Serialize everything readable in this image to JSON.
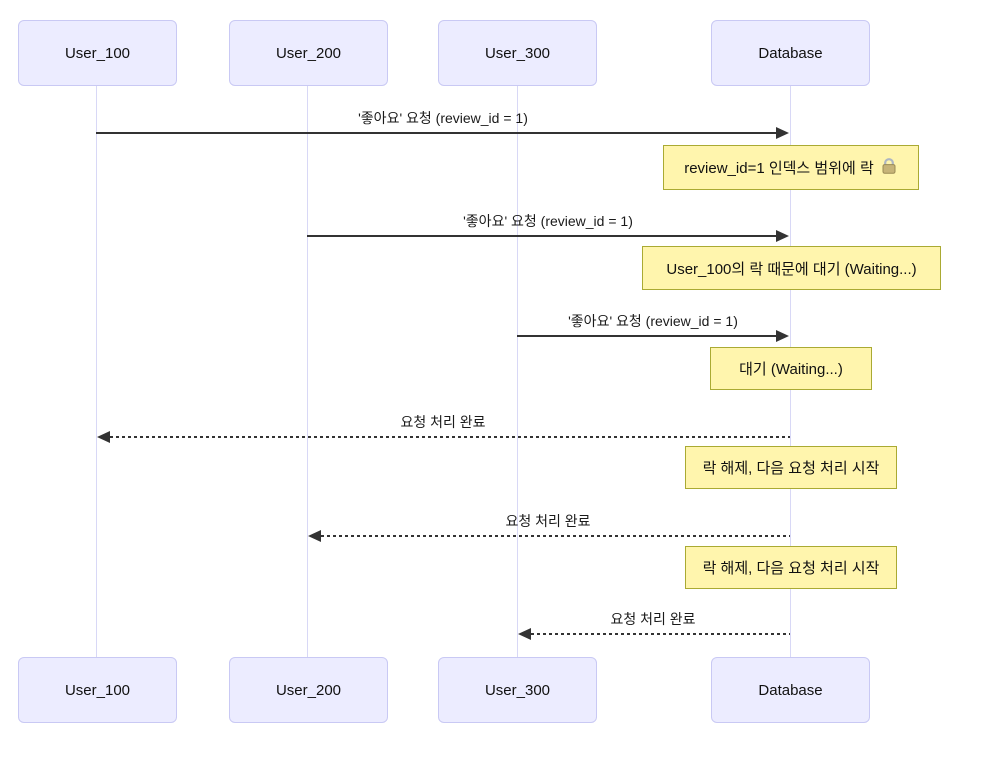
{
  "diagram": {
    "type": "sequence-diagram",
    "background": "#ffffff"
  },
  "colors": {
    "actor_fill": "#ECECFF",
    "actor_border": "#c9c9f4",
    "lifeline": "#d8d8f6",
    "note_fill": "#fff5ad",
    "note_border": "#aaaa33",
    "message_line": "#333333",
    "text": "#1a1a1a"
  },
  "actors": [
    {
      "label": "User_100"
    },
    {
      "label": "User_200"
    },
    {
      "label": "User_300"
    },
    {
      "label": "Database"
    }
  ],
  "messages": [
    {
      "from": "User_100",
      "to": "Database",
      "style": "solid",
      "label": "'좋아요' 요청 (review_id = 1)"
    },
    {
      "from": "User_200",
      "to": "Database",
      "style": "solid",
      "label": "'좋아요' 요청 (review_id = 1)"
    },
    {
      "from": "User_300",
      "to": "Database",
      "style": "solid",
      "label": "'좋아요' 요청 (review_id = 1)"
    },
    {
      "from": "Database",
      "to": "User_100",
      "style": "dashed",
      "label": "요청 처리 완료"
    },
    {
      "from": "Database",
      "to": "User_200",
      "style": "dashed",
      "label": "요청 처리 완료"
    },
    {
      "from": "Database",
      "to": "User_300",
      "style": "dashed",
      "label": "요청 처리 완료"
    }
  ],
  "notes": [
    {
      "over": "Database",
      "text": "review_id=1 인덱스 범위에 락",
      "icon": "lock-icon"
    },
    {
      "over": "Database",
      "text": "User_100의 락 때문에 대기 (Waiting...)"
    },
    {
      "over": "Database",
      "text": "대기 (Waiting...)"
    },
    {
      "over": "Database",
      "text": "락 해제, 다음 요청 처리 시작"
    },
    {
      "over": "Database",
      "text": "락 해제, 다음 요청 처리 시작"
    }
  ]
}
